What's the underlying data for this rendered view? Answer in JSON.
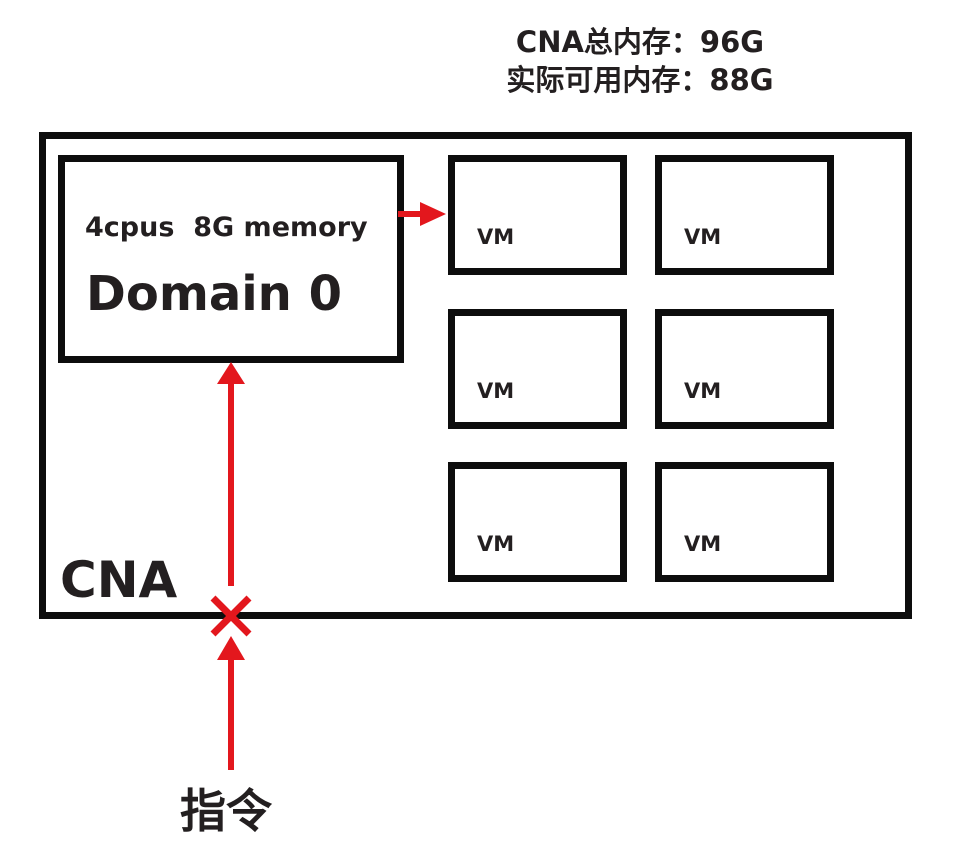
{
  "memory": {
    "total": "CNA总内存：96G",
    "available": "实际可用内存：88G"
  },
  "cna": {
    "label": "CNA"
  },
  "domain0": {
    "spec": "4cpus  8G memory",
    "title": "Domain 0"
  },
  "vms": [
    {
      "label": "VM"
    },
    {
      "label": "VM"
    },
    {
      "label": "VM"
    },
    {
      "label": "VM"
    },
    {
      "label": "VM"
    },
    {
      "label": "VM"
    }
  ],
  "command": {
    "label": "指令"
  },
  "colors": {
    "arrow": "#e3171d",
    "border": "#0d0d0d",
    "text": "#231f20"
  }
}
